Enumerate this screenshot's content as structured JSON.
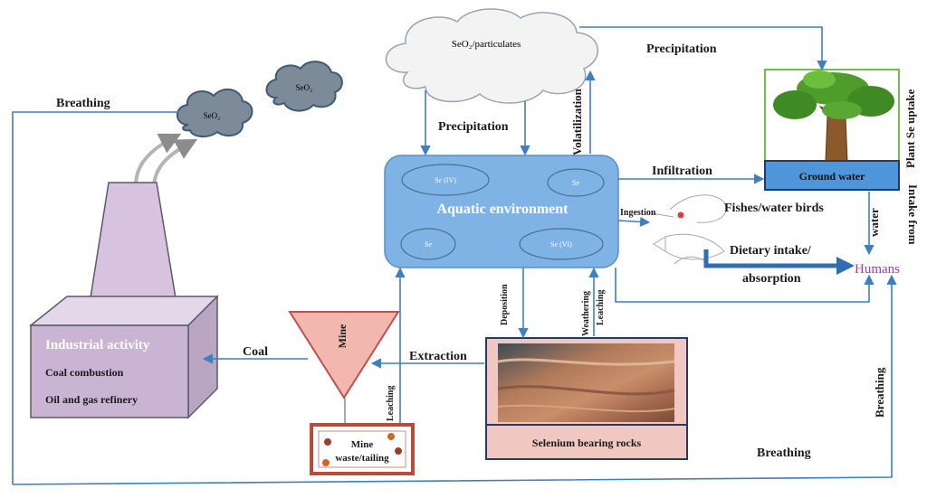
{
  "clouds": {
    "main": "SeO₂/particulates",
    "middle": "SeO₂",
    "stack": "SeO₂"
  },
  "aquatic": {
    "title": "Aquatic environment",
    "species": [
      "Se (IV)",
      "Se",
      "Se",
      "Se (VI)"
    ]
  },
  "boxes": {
    "industrial_title": "Industrial activity",
    "industrial_line1": "Coal combustion",
    "industrial_line2": "Oil and gas refinery",
    "mine": "Mine",
    "mine_waste_line1": "Mine",
    "mine_waste_line2": "waste/tailing",
    "rocks": "Selenium bearing rocks",
    "ground_water": "Ground water",
    "humans": "Humans",
    "fishes": "Fishes/water birds"
  },
  "labels": {
    "breathing_top": "Breathing",
    "precipitation_top": "Precipitation",
    "precipitation_mid": "Precipitation",
    "volatilization": "Volatilization",
    "infiltration": "Infiltration",
    "ingestion": "Ingestion",
    "plant_uptake": "Plant Se uptake",
    "intake_water_1": "Intake from",
    "intake_water_2": "water",
    "dietary_1": "Dietary intake/",
    "dietary_2": "absorption",
    "deposition": "Deposition",
    "weathering": "Weathering",
    "leaching_rock": "Leaching",
    "extraction": "Extraction",
    "coal": "Coal",
    "leaching_mine": "Leaching",
    "breathing_bottom": "Breathing",
    "breathing_right": "Breathing"
  },
  "colors": {
    "arrow": "#3d7fc1",
    "aquatic_fill": "#7fb3e6",
    "factory": "#d7c3df",
    "mine": "#f2b8b0",
    "mine_border": "#c0504d",
    "rock_border": "#1f3a6e",
    "ground_water": "#4f95da",
    "humans": "#9b3fa3"
  }
}
